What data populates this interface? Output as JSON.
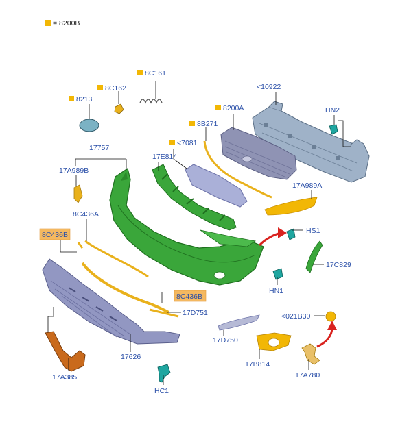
{
  "legend": {
    "marker_color": "#f2b705",
    "text": "= 8200B"
  },
  "colors": {
    "label": "#2a4fa8",
    "bumper_green": "#3aa63a",
    "grille_gray": "#8f93b4",
    "trim_yellow": "#e9b11c",
    "bracket_orange": "#c96a1c",
    "arrow_red": "#d9231f",
    "clip_teal": "#1fa6a0"
  },
  "labels": {
    "l8C161": "8C161",
    "l8C162": "8C162",
    "l8213": "8213",
    "l10922": "<10922",
    "lHN2": "HN2",
    "l8200A": "8200A",
    "l8B271": "8B271",
    "l7081": "<7081",
    "l17757": "17757",
    "l17E814": "17E814",
    "l17A989B": "17A989B",
    "l17A989A": "17A989A",
    "l8C436A": "8C436A",
    "l8C436B_left": "8C436B",
    "lHS1": "HS1",
    "l17C829": "17C829",
    "lHN1": "HN1",
    "l8C436B_right": "8C436B",
    "l17D751": "17D751",
    "l021B30": "<021B30",
    "l17D750": "17D750",
    "l17626": "17626",
    "l17B814": "17B814",
    "l17A385": "17A385",
    "l17A780": "17A780",
    "lHC1": "HC1"
  }
}
